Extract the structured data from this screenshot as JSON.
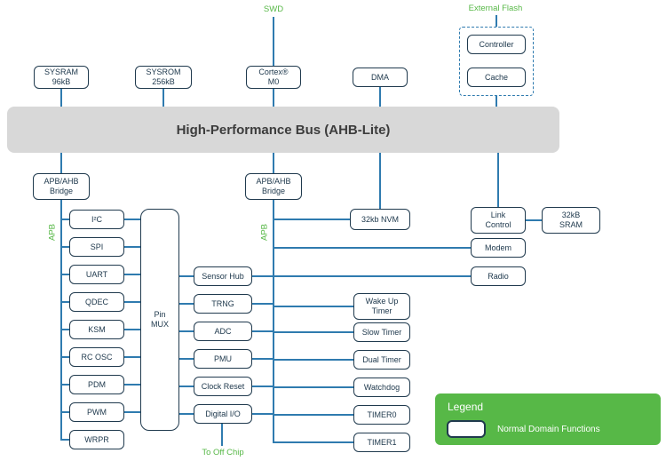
{
  "colors": {
    "accent_green": "#57B847",
    "line_blue": "#2F7BAF",
    "box_border_navy": "#203A4E",
    "bus_gray": "#D8D8D8",
    "bus_text": "#3C3C3C"
  },
  "top": {
    "swd": "SWD",
    "external_flash": "External Flash",
    "sysram": "SYSRAM\n96kB",
    "sysrom": "SYSROM\n256kB",
    "cortex": "Cortex®\nM0",
    "dma": "DMA",
    "controller": "Controller",
    "cache": "Cache"
  },
  "bus": {
    "title": "High-Performance Bus (AHB-Lite)"
  },
  "left": {
    "bridge": "APB/AHB\nBridge",
    "apb": "APB",
    "peripherals": [
      "I²C",
      "SPI",
      "UART",
      "QDEC",
      "KSM",
      "RC OSC",
      "PDM",
      "PWM",
      "WRPR"
    ],
    "pinmux": "Pin\nMUX",
    "offchip": "To Off Chip"
  },
  "mux": {
    "items": [
      "Sensor Hub",
      "TRNG",
      "ADC",
      "PMU",
      "Clock Reset",
      "Digital I/O"
    ]
  },
  "center": {
    "bridge": "APB/AHB\nBridge",
    "apb": "APB",
    "nvm": "32kb NVM",
    "timers": [
      "Wake Up\nTimer",
      "Slow Timer",
      "Dual Timer",
      "Watchdog",
      "TIMER0",
      "TIMER1"
    ]
  },
  "right": {
    "link": "Link\nControl",
    "sram": "32kB\nSRAM",
    "modem": "Modem",
    "radio": "Radio"
  },
  "legend": {
    "title": "Legend",
    "item": "Normal Domain Functions"
  }
}
